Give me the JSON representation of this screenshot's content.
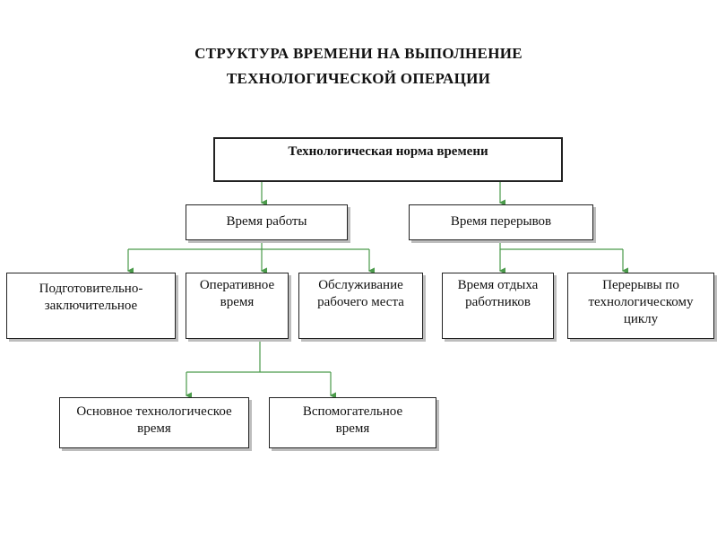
{
  "title": {
    "line1": "СТРУКТУРА ВРЕМЕНИ НА ВЫПОЛНЕНИЕ",
    "line2": "ТЕХНОЛОГИЧЕСКОЙ ОПЕРАЦИИ"
  },
  "nodes": {
    "root": "Технологическая норма времени",
    "work": "Время работы",
    "breaks": "Время перерывов",
    "prep": "Подготовительно-заключительное",
    "oper": "Оперативное время",
    "service": "Обслуживание рабочего места",
    "rest": "Время отдыха работников",
    "tech_breaks": "Перерывы по технологическому циклу",
    "main": "Основное технологическое время",
    "aux": "Вспомогательное время"
  },
  "colors": {
    "connector": "#4a9a4a",
    "border": "#222222"
  }
}
